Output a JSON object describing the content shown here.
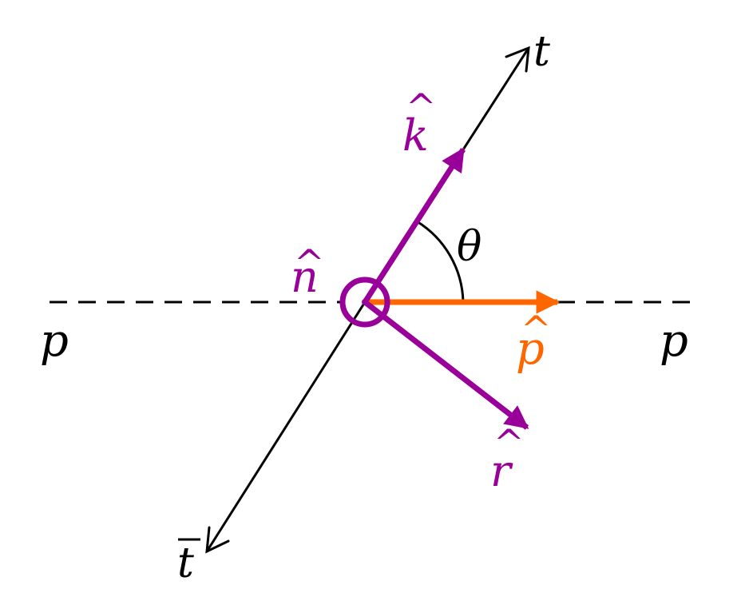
{
  "labels": {
    "top_quark": "t",
    "anti_top_quark": "t",
    "proton_left": "p",
    "proton_right": "p",
    "angle": "θ",
    "k_hat": "k",
    "n_hat": "n",
    "r_hat": "r",
    "p_hat": "p",
    "hat_glyph": "^"
  },
  "colors": {
    "basis": "#990099",
    "beam_axis": "#ff6600",
    "line": "#000000",
    "background": "#ffffff"
  },
  "icons": {
    "n_hat_symbol": "circle-out-of-plane-icon"
  }
}
